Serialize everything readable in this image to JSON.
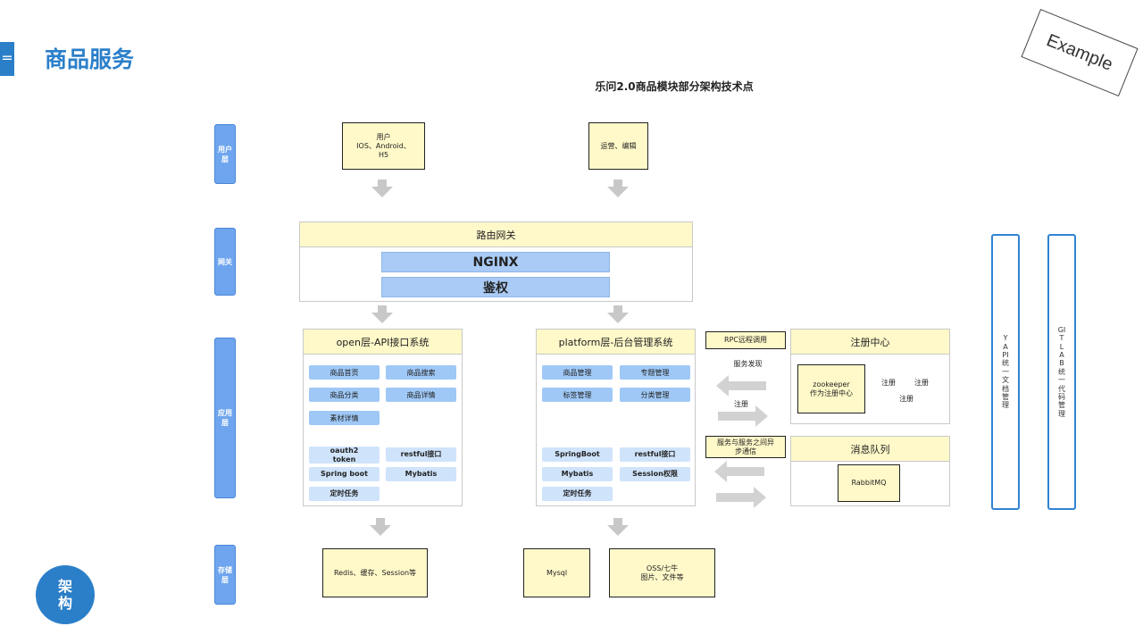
{
  "header": {
    "title": "商品服务",
    "marker": "="
  },
  "stamp": "Example",
  "diagram": {
    "title": "乐问2.0商品模块部分架构技术点",
    "layers": {
      "user": "用户层",
      "gateway": "网关",
      "app": "应用层",
      "storage": "存储层"
    },
    "user_layer": {
      "clients": "用户\nIOS、Android、\nH5",
      "ops": "运营、编辑"
    },
    "gateway": {
      "title": "路由网关",
      "nginx": "NGINX",
      "auth": "鉴权"
    },
    "open_panel": {
      "title": "open层-API接口系统",
      "features": [
        "商品首页",
        "商品搜索",
        "商品分类",
        "商品详情",
        "素材详情"
      ],
      "tech": [
        "oauth2\ntoken",
        "restful接口",
        "Spring boot",
        "Mybatis",
        "定时任务"
      ]
    },
    "platform_panel": {
      "title": "platform层-后台管理系统",
      "features": [
        "商品管理",
        "专题管理",
        "标签管理",
        "分类管理"
      ],
      "tech": [
        "SpringBoot",
        "restful接口",
        "Mybatis",
        "Session权限",
        "定时任务"
      ]
    },
    "rpc": {
      "label": "RPC远程调用",
      "discovery": "服务发现",
      "register": "注册"
    },
    "registry": {
      "title": "注册中心",
      "zookeeper": "zookeeper\n作为注册中心",
      "reg1": "注册",
      "reg2": "注册",
      "reg3": "注册"
    },
    "async": {
      "label": "服务与服务之间异\n步通信"
    },
    "mq": {
      "title": "消息队列",
      "rabbit": "RabbitMQ"
    },
    "storage": {
      "redis": "Redis、缓存、Session等",
      "mysql": "Mysql",
      "oss": "OSS/七牛\n图片、文件等"
    },
    "side": {
      "yapi": "YAPI统一文档管理",
      "gitlab": "GITLAB统一代码管理"
    }
  },
  "badge": "架\n构",
  "colors": {
    "accent": "#2b7fc9",
    "layer_tag": "#6ea5ee",
    "box_fill": "#fff9c9",
    "chip": "#9fc8f6",
    "arrow": "#c8c8c8"
  }
}
